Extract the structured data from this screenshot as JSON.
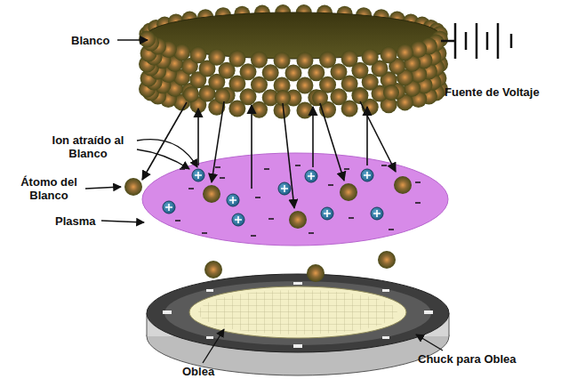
{
  "diagram": {
    "labels": [
      "Blanco",
      "Fuente de Voltaje",
      "Ion atraído al Blanco",
      "Átomo del Blanco",
      "Plasma",
      "Oblea",
      "Chuck para Oblea"
    ]
  }
}
